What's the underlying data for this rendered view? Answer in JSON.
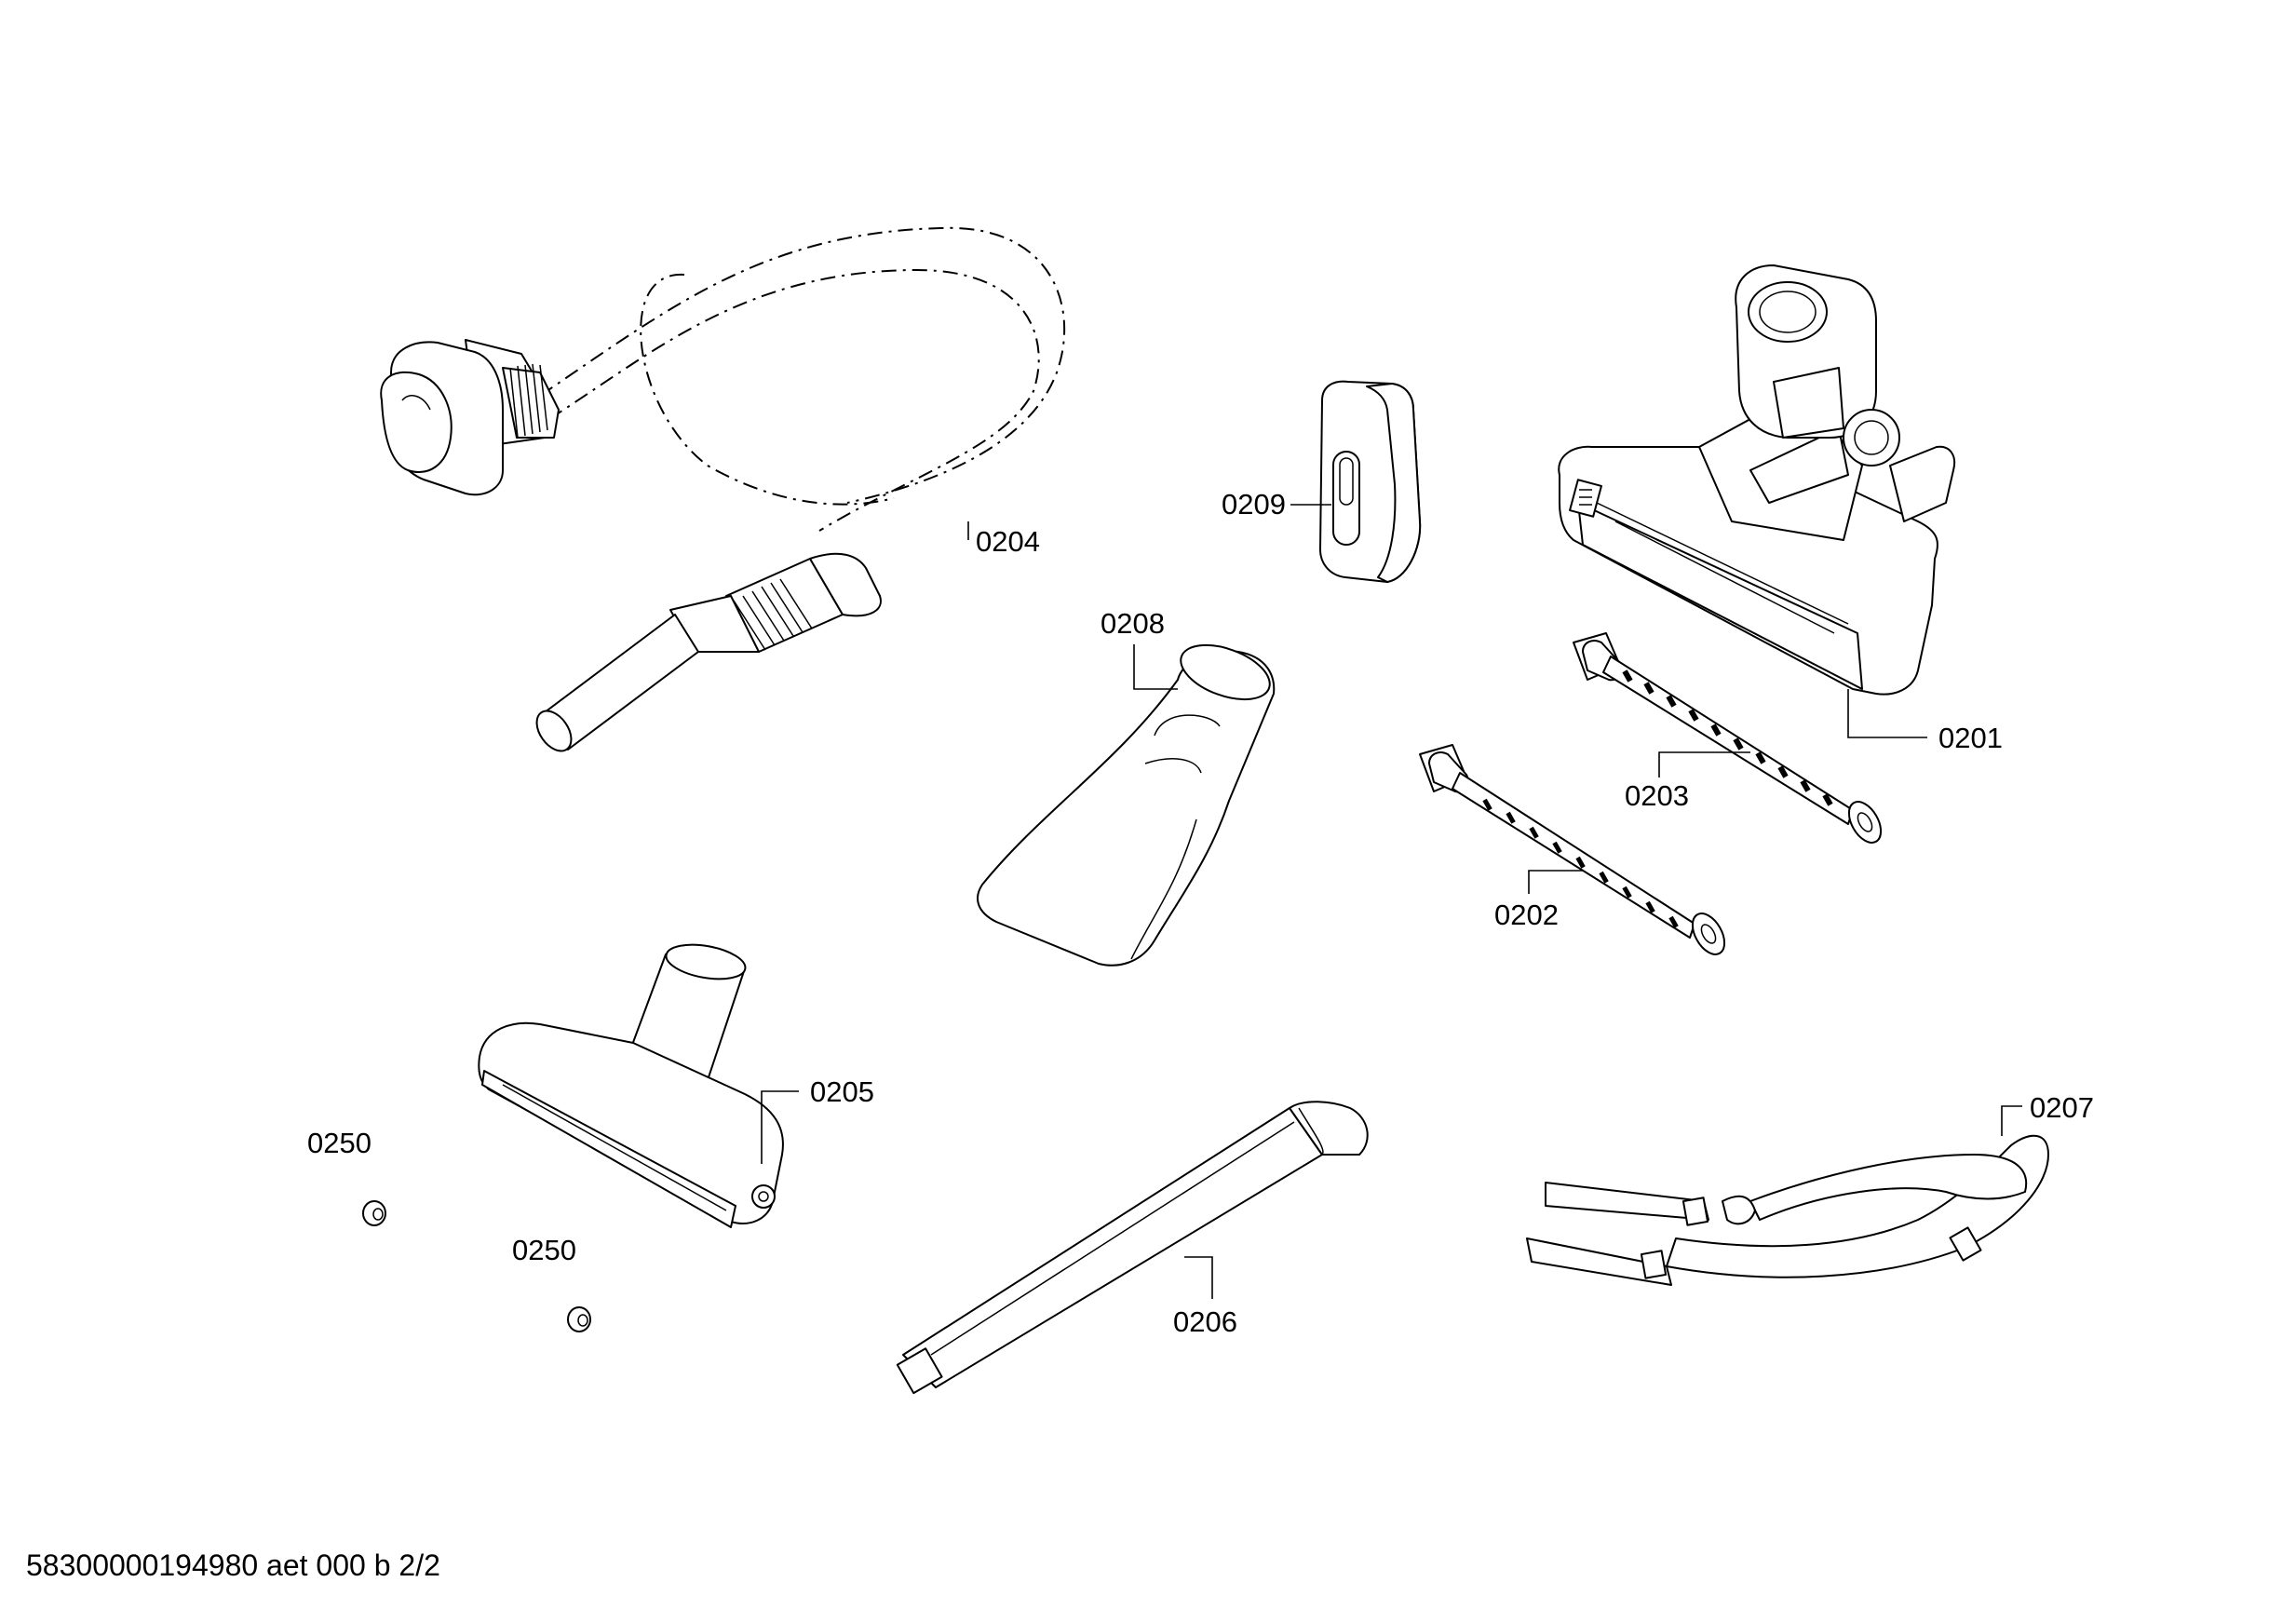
{
  "labels": {
    "p0204": "0204",
    "p0209": "0209",
    "p0208": "0208",
    "p0201": "0201",
    "p0203": "0203",
    "p0202": "0202",
    "p0205": "0205",
    "p0250a": "0250",
    "p0250b": "0250",
    "p0206": "0206",
    "p0207": "0207"
  },
  "footer": {
    "doc_id": "58300000194980 aet 000 b 2/2"
  }
}
